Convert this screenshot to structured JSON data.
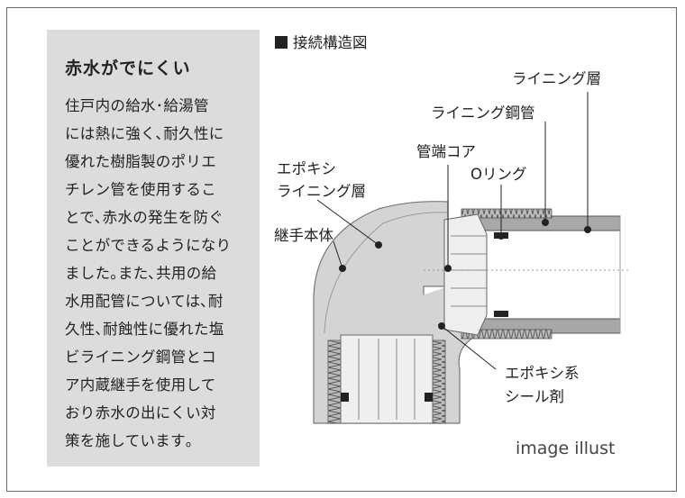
{
  "sidebar": {
    "title": "赤水がでにくい",
    "body": "住戸内の給水･給湯管\nには熱に強く､耐久性に\n優れた樹脂製のポリエ\nチレン管を使用するこ\nとで､赤水の発生を防ぐ\nことができるようになり\nました｡また､共用の給\n水用配管については､耐\n久性､耐蝕性に優れた塩\nビライニング鋼管とコ\nア内蔵継手を使用して\nおり赤水の出にくい対\n策を施しています｡"
  },
  "diagram": {
    "title": "接続構造図",
    "labels": {
      "lining_layer_top": "ライニング層",
      "lined_steel_pipe": "ライニング鋼管",
      "pipe_end_core": "管端コア",
      "o_ring": "Oリング",
      "epoxy_lining_line1": "エポキシ",
      "epoxy_lining_line2": "ライニング層",
      "fitting_body": "継手本体",
      "epoxy_sealant_line1": "エポキシ系",
      "epoxy_sealant_line2": "シール剤"
    },
    "caption": "image illust"
  },
  "colors": {
    "sidebar_bg": "#dcdcdc",
    "fitting_gray": "#d2d2d2",
    "core_gray": "#eeeeee",
    "pipe_gray": "#a8a8a8"
  }
}
